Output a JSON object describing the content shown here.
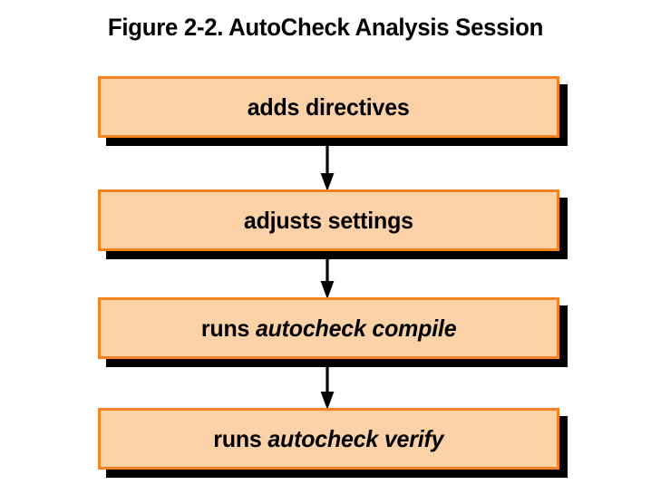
{
  "figure": {
    "title": "Figure 2-2. AutoCheck Analysis Session",
    "type": "flowchart",
    "orientation": "vertical-top-to-bottom",
    "colors": {
      "box_fill": "#FBD2A8",
      "box_border": "#F5821F",
      "box_shadow": "#000000",
      "text": "#000000",
      "arrow": "#000000",
      "background": "#FFFFFF"
    }
  },
  "nodes": [
    {
      "id": "node-1",
      "text_plain": "adds directives",
      "text_parts": [
        {
          "text": "adds directives",
          "style": "bold"
        }
      ]
    },
    {
      "id": "node-2",
      "text_plain": "adjusts settings",
      "text_parts": [
        {
          "text": "adjusts settings",
          "style": "bold"
        }
      ]
    },
    {
      "id": "node-3",
      "text_plain": "runs autocheck compile",
      "text_parts": [
        {
          "text": "runs ",
          "style": "bold"
        },
        {
          "text": "autocheck compile",
          "style": "bold-italic"
        }
      ]
    },
    {
      "id": "node-4",
      "text_plain": "runs autocheck verify",
      "text_parts": [
        {
          "text": "runs ",
          "style": "bold"
        },
        {
          "text": "autocheck verify",
          "style": "bold-italic"
        }
      ]
    }
  ],
  "node_labels": {
    "node1_text": "adds directives",
    "node2_text": "adjusts settings",
    "node3_prefix": "runs ",
    "node3_emphasis": "autocheck compile",
    "node4_prefix": "runs ",
    "node4_emphasis": "autocheck verify"
  },
  "connectors": [
    {
      "id": "connector-1",
      "from": "node-1",
      "to": "node-2",
      "icon": "arrow-down-icon"
    },
    {
      "id": "connector-2",
      "from": "node-2",
      "to": "node-3",
      "icon": "arrow-down-icon"
    },
    {
      "id": "connector-3",
      "from": "node-3",
      "to": "node-4",
      "icon": "arrow-down-icon"
    }
  ]
}
